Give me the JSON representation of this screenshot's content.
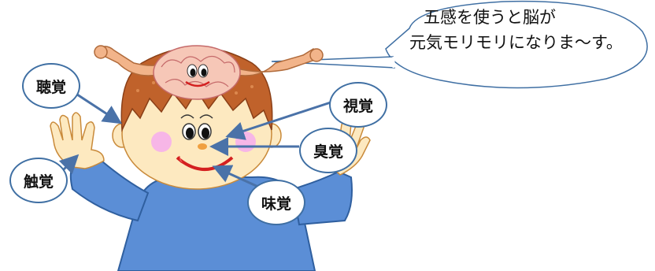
{
  "speech_bubble": {
    "line1": "五感を使うと脳が",
    "line2": "元気モリモリになりま〜す。"
  },
  "senses": {
    "hearing": "聴覚",
    "sight": "視覚",
    "smell": "臭覚",
    "taste": "味覚",
    "touch": "触覚"
  },
  "colors": {
    "shirt": "#5b8ed6",
    "skin": "#fde9c0",
    "hair": "#c0622b",
    "brain": "#f6c7b7",
    "arrow": "#4a72a8",
    "outline": "#3f6fa3"
  }
}
